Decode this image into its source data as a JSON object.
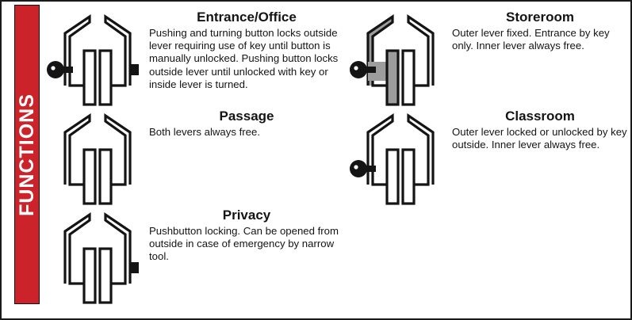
{
  "panel": {
    "sidebar_label": "FUNCTIONS",
    "accent_color": "#cc2229",
    "border_color": "#1a1a1a",
    "text_color": "#141414",
    "fixed_lever_fill": "#9d9d9d"
  },
  "entries": [
    {
      "id": "entrance",
      "title": "Entrance/Office",
      "description": "Pushing and turning button locks outside lever requiring use of key until button is manually unlocked. Pushing button locks outside lever until unlocked with key or inside lever is turned.",
      "has_key": true,
      "has_button": true,
      "fixed_lever": false
    },
    {
      "id": "passage",
      "title": "Passage",
      "description": "Both levers always free.",
      "has_key": false,
      "has_button": false,
      "fixed_lever": false
    },
    {
      "id": "privacy",
      "title": "Privacy",
      "description": "Pushbutton locking. Can be opened from outside in case of emergency by narrow tool.",
      "has_key": false,
      "has_button": true,
      "fixed_lever": false
    },
    {
      "id": "storeroom",
      "title": "Storeroom",
      "description": "Outer lever fixed. Entrance by key only. Inner lever always free.",
      "has_key": true,
      "has_button": false,
      "fixed_lever": true
    },
    {
      "id": "classroom",
      "title": "Classroom",
      "description": "Outer lever locked or unlocked by key outside. Inner lever always free.",
      "has_key": true,
      "has_button": false,
      "fixed_lever": false
    }
  ]
}
